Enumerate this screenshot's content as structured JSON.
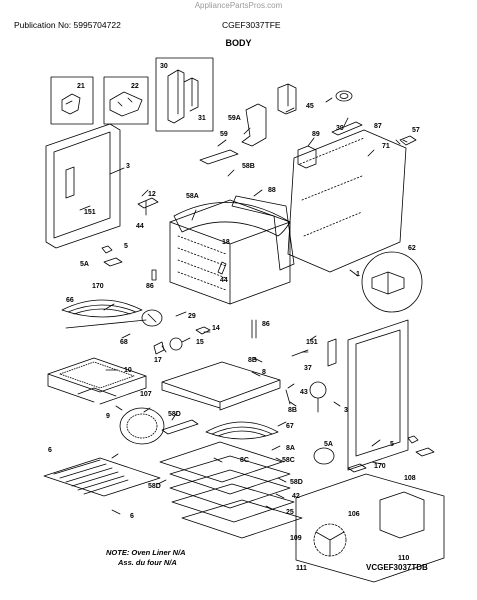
{
  "watermark": "AppliancePartsPros.com",
  "header": {
    "publication": "Publication No: 5995704722",
    "model": "CGEF3037TFE",
    "section": "BODY"
  },
  "notes": [
    "NOTE: Oven Liner N/A",
    "Ass. du four N/A"
  ],
  "diagram_code": "VCGEF3037TDB",
  "callouts": {
    "c21": "21",
    "c22": "22",
    "c30": "30",
    "c31": "31",
    "c45": "45",
    "c39": "39",
    "c87": "87",
    "c57": "57",
    "c59A": "59A",
    "c59": "59",
    "c89": "89",
    "c71": "71",
    "c3a": "3",
    "c151a": "151",
    "c12": "12",
    "c58B": "58B",
    "c88": "88",
    "c58A": "58A",
    "c44a": "44",
    "c18": "18",
    "c5a": "5",
    "c5Aa": "5A",
    "c170a": "170",
    "c86a": "86",
    "c44b": "44",
    "c62": "62",
    "c1": "1",
    "c66": "66",
    "c29": "29",
    "c14": "14",
    "c86b": "86",
    "c68": "68",
    "c15": "15",
    "c17": "17",
    "c8B": "8B",
    "c151b": "151",
    "c37": "37",
    "c10": "10",
    "c107": "107",
    "c8": "8",
    "c43": "43",
    "c8Bb": "8B",
    "c3b": "3",
    "c9": "9",
    "c58D": "58D",
    "c67": "67",
    "c8A": "8A",
    "c6a": "6",
    "c5Ab": "5A",
    "c5b": "5",
    "c8C": "8C",
    "c58C": "58C",
    "c58Db": "58D",
    "c42": "42",
    "c170b": "170",
    "c108": "108",
    "c6b": "6",
    "c25": "25",
    "c106": "106",
    "c109": "109",
    "c110": "110",
    "c111": "111"
  }
}
